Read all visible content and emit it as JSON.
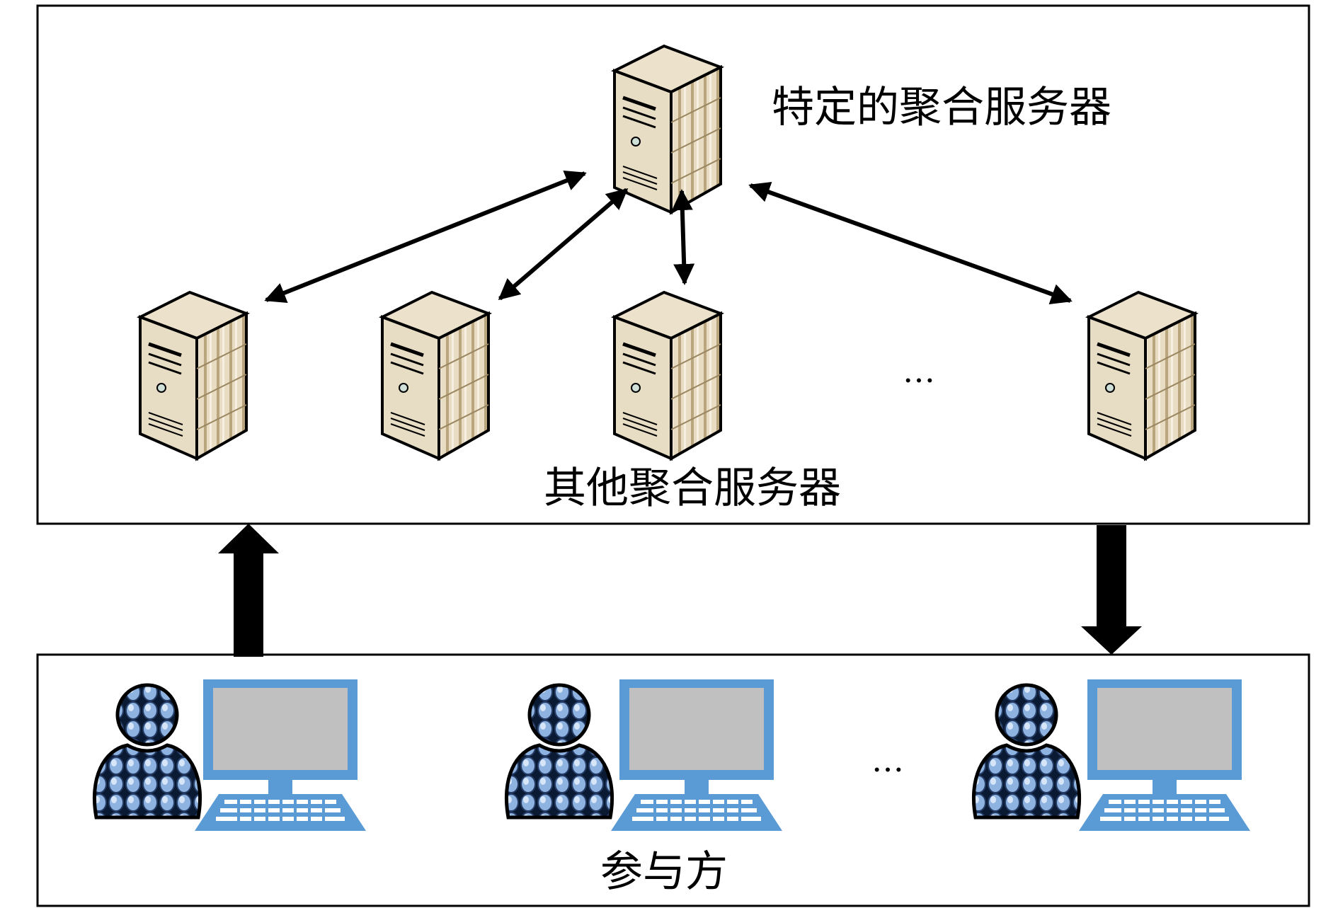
{
  "labels": {
    "specific_server": "特定的聚合服务器",
    "other_servers": "其他聚合服务器",
    "participants": "参与方",
    "ellipsis_servers": "…",
    "ellipsis_participants": "…"
  },
  "colors": {
    "line": "#000000",
    "server_front": "#d9c9a6",
    "server_top": "#e8dcc2",
    "server_side_light": "#f3eadb",
    "server_side_dark": "#b9a57e",
    "monitor_blue": "#5b9bd5",
    "screen_gray": "#c0c0c0",
    "person_blue": "#7fa7d8"
  },
  "icons": {
    "server": "server-icon",
    "participant": "user-icon",
    "computer": "computer-icon"
  }
}
